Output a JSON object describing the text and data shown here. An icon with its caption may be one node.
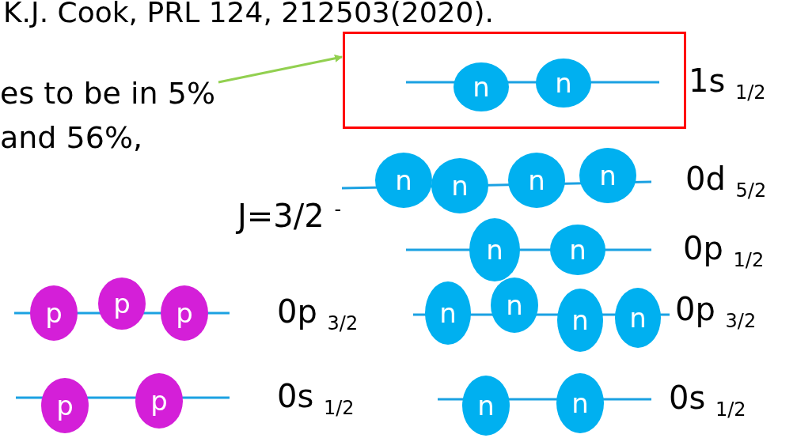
{
  "diagram": {
    "nodes": [
      {
        "text": [
          "es to be in 5% and 56%,"
        ]
      },
      {
        "text": [],
        "shape": "box"
      },
      {
        "text": [
          "n"
        ],
        "in": 1
      },
      {
        "text": [
          "n"
        ],
        "in": 1
      },
      {
        "text": [
          "n"
        ]
      },
      {
        "text": [
          "n"
        ]
      },
      {
        "text": [
          "n"
        ]
      },
      {
        "text": [
          "n"
        ]
      },
      {
        "text": [
          "n"
        ]
      },
      {
        "text": [
          "n"
        ]
      },
      {
        "text": [
          "p"
        ]
      },
      {
        "text": [
          "p"
        ]
      },
      {
        "text": [
          "p"
        ]
      },
      {
        "text": [
          "n"
        ]
      },
      {
        "text": [
          "n"
        ]
      },
      {
        "text": [
          "n"
        ]
      },
      {
        "text": [
          "n"
        ]
      },
      {
        "text": [
          "p"
        ]
      },
      {
        "text": [
          "p"
        ]
      },
      {
        "text": [
          "n"
        ]
      },
      {
        "text": [
          "n"
        ]
      }
    ],
    "edges": [
      {
        "from": 0,
        "to": 1,
        "arrow": "to"
      }
    ],
    "labels": [
      "K.J. Cook, PRL 124, 212503(2020).",
      "1s $_{1/2}$",
      "0d $_{5/2}$",
      "J=3/2 $^{-}$",
      "0p $_{1/2}$",
      "0p $_{3/2}$",
      "0p $_{3/2}$",
      "0s $_{1/2}$",
      "0s $_{1/2}$"
    ]
  }
}
